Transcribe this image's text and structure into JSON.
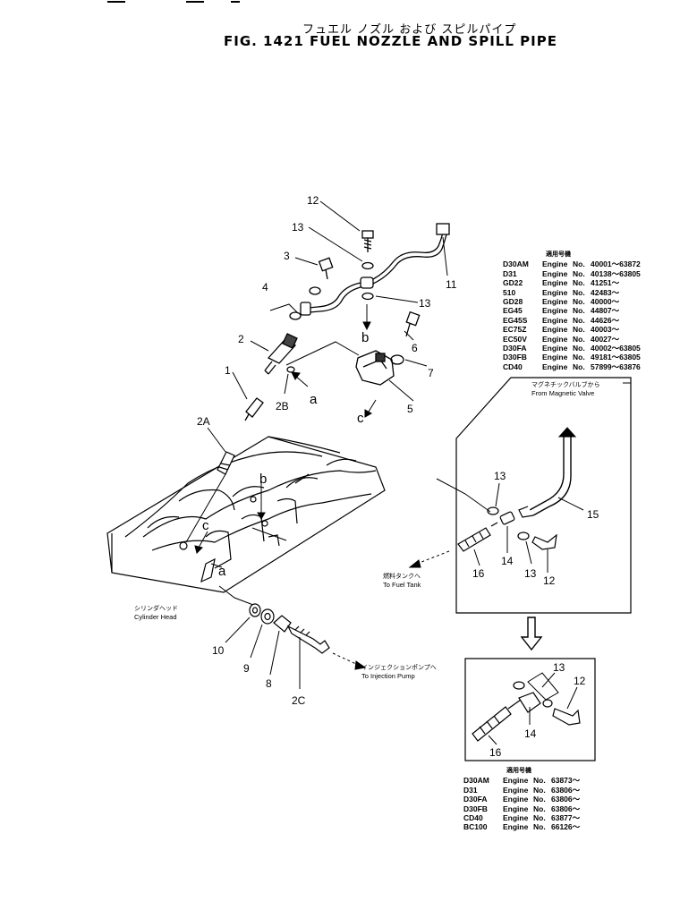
{
  "title": {
    "japanese": "フュエル ノズル および スピル",
    "japanese_tail": "パイプ",
    "english": "FIG. 1421  FUEL NOZZLE AND SPILL PIPE"
  },
  "callouts": {
    "n1": "1",
    "n2": "2",
    "n2A": "2A",
    "n2B": "2B",
    "n2C": "2C",
    "n3": "3",
    "n4": "4",
    "n5": "5",
    "n6": "6",
    "n7": "7",
    "n8": "8",
    "n9": "9",
    "n10": "10",
    "n11": "11",
    "n12": "12",
    "n13": "13",
    "n14": "14",
    "n15": "15",
    "n16": "16",
    "a": "a",
    "b": "b",
    "c": "c"
  },
  "captions": {
    "cylinder_head_jp": "シリンダヘッド",
    "cylinder_head_en": "Cylinder Head",
    "injection_pump_jp": "インジェクションポンプへ",
    "injection_pump_en": "To Injection Pump",
    "fuel_tank_jp": "燃料タンクへ",
    "fuel_tank_en": "To Fuel Tank",
    "magnetic_valve_jp": "マグネチックバルブから",
    "magnetic_valve_en": "From Magnetic Valve"
  },
  "table_top": {
    "header": "適用号機",
    "rows": [
      {
        "model": "D30AM",
        "engine": "Engine",
        "no": "No.",
        "range": "40001～63872"
      },
      {
        "model": "D31",
        "engine": "Engine",
        "no": "No.",
        "range": "40138～63805"
      },
      {
        "model": "GD22",
        "engine": "Engine",
        "no": "No.",
        "range": "41251～"
      },
      {
        "model": "510",
        "engine": "Engine",
        "no": "No.",
        "range": "42483～"
      },
      {
        "model": "GD28",
        "engine": "Engine",
        "no": "No.",
        "range": "40000～"
      },
      {
        "model": "EG45",
        "engine": "Engine",
        "no": "No.",
        "range": "44807～"
      },
      {
        "model": "EG45S",
        "engine": "Engine",
        "no": "No.",
        "range": "44626～"
      },
      {
        "model": "EC75Z",
        "engine": "Engine",
        "no": "No.",
        "range": "40003～"
      },
      {
        "model": "EC50V",
        "engine": "Engine",
        "no": "No.",
        "range": "40027～"
      },
      {
        "model": "D30FA",
        "engine": "Engine",
        "no": "No.",
        "range": "40002～63805"
      },
      {
        "model": "D30FB",
        "engine": "Engine",
        "no": "No.",
        "range": "49181～63805"
      },
      {
        "model": "CD40",
        "engine": "Engine",
        "no": "No.",
        "range": "57899～63876"
      }
    ]
  },
  "table_bottom": {
    "header": "適用号機",
    "rows": [
      {
        "model": "D30AM",
        "engine": "Engine",
        "no": "No.",
        "range": "63873～"
      },
      {
        "model": "D31",
        "engine": "Engine",
        "no": "No.",
        "range": "63806～"
      },
      {
        "model": "D30FA",
        "engine": "Engine",
        "no": "No.",
        "range": "63806～"
      },
      {
        "model": "D30FB",
        "engine": "Engine",
        "no": "No.",
        "range": "63806～"
      },
      {
        "model": "CD40",
        "engine": "Engine",
        "no": "No.",
        "range": "63877～"
      },
      {
        "model": "BC100",
        "engine": "Engine",
        "no": "No.",
        "range": "66126～"
      }
    ]
  }
}
